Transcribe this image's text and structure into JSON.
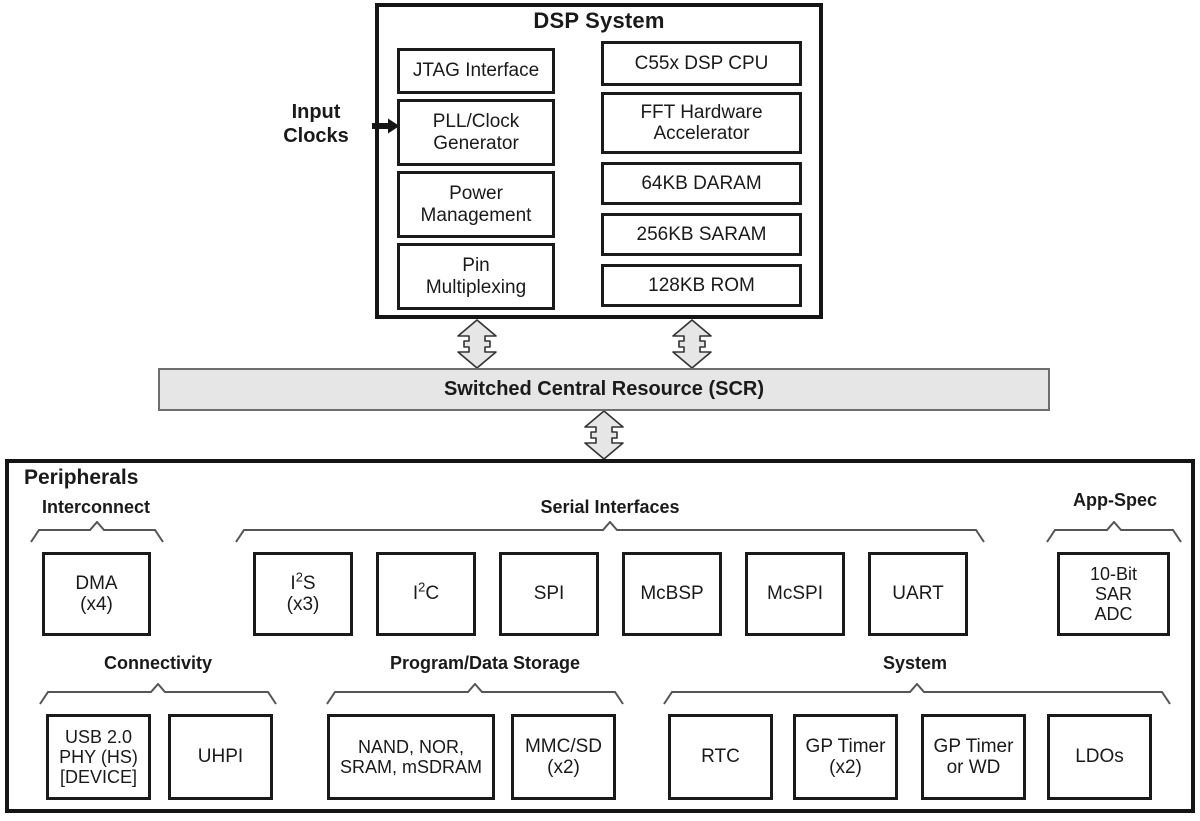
{
  "diagram": {
    "dsp_system": {
      "title": "DSP System",
      "input_label": "Input\nClocks",
      "left_column": [
        {
          "name": "jtag",
          "label": "JTAG Interface"
        },
        {
          "name": "pll",
          "label": "PLL/Clock\nGenerator"
        },
        {
          "name": "power",
          "label": "Power\nManagement"
        },
        {
          "name": "pinmux",
          "label": "Pin\nMultiplexing"
        }
      ],
      "right_column": [
        {
          "name": "cpu",
          "label": "C55x DSP CPU"
        },
        {
          "name": "fft",
          "label": "FFT Hardware\nAccelerator"
        },
        {
          "name": "daram",
          "label": "64KB DARAM"
        },
        {
          "name": "saram",
          "label": "256KB SARAM"
        },
        {
          "name": "rom",
          "label": "128KB ROM"
        }
      ]
    },
    "scr": {
      "label": "Switched Central Resource (SCR)"
    },
    "peripherals": {
      "title": "Peripherals",
      "groups": [
        {
          "name": "interconnect",
          "caption": "Interconnect",
          "blocks": [
            {
              "name": "dma",
              "label": "DMA\n(x4)"
            }
          ]
        },
        {
          "name": "serial-interfaces",
          "caption": "Serial Interfaces",
          "blocks": [
            {
              "name": "i2s",
              "label": "I²S\n(x3)",
              "sup": true
            },
            {
              "name": "i2c",
              "label": "I²C",
              "sup": true
            },
            {
              "name": "spi",
              "label": "SPI"
            },
            {
              "name": "mcbsp",
              "label": "McBSP"
            },
            {
              "name": "mcspi",
              "label": "McSPI"
            },
            {
              "name": "uart",
              "label": "UART"
            }
          ]
        },
        {
          "name": "app-spec",
          "caption": "App-Spec",
          "blocks": [
            {
              "name": "sar-adc",
              "label": "10-Bit\nSAR\nADC"
            }
          ]
        },
        {
          "name": "connectivity",
          "caption": "Connectivity",
          "blocks": [
            {
              "name": "usb",
              "label": "USB 2.0\nPHY (HS)\n[DEVICE]"
            },
            {
              "name": "uhpi",
              "label": "UHPI"
            }
          ]
        },
        {
          "name": "program-data-storage",
          "caption": "Program/Data Storage",
          "blocks": [
            {
              "name": "external-memory",
              "label": "NAND, NOR,\nSRAM, mSDRAM"
            },
            {
              "name": "mmc-sd",
              "label": "MMC/SD\n(x2)"
            }
          ]
        },
        {
          "name": "system",
          "caption": "System",
          "blocks": [
            {
              "name": "rtc",
              "label": "RTC"
            },
            {
              "name": "gp-timer",
              "label": "GP Timer\n(x2)"
            },
            {
              "name": "gp-timer-wd",
              "label": "GP Timer\nor WD"
            },
            {
              "name": "ldos",
              "label": "LDOs"
            }
          ]
        }
      ]
    },
    "colors": {
      "outline": "#151515",
      "box_fill": "#ffffff",
      "bus_fill": "#e6e6e6",
      "bus_border": "#6e6e6e",
      "arrow_fill": "#e6e6e6",
      "text": "#1a1a1a"
    }
  }
}
